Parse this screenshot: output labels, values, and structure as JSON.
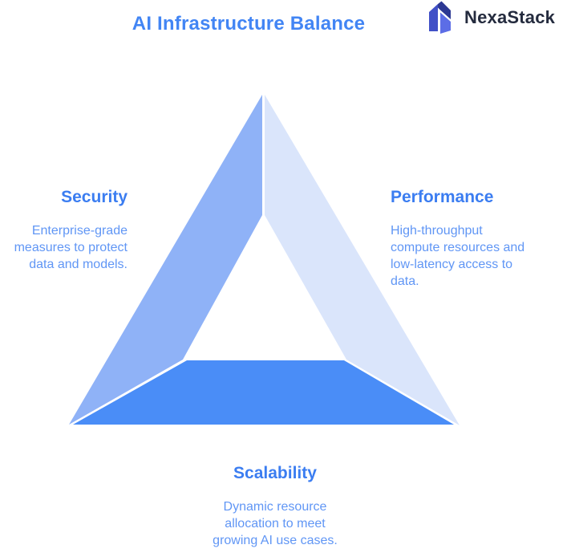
{
  "header": {
    "title": "AI Infrastructure Balance",
    "title_color": "#4285F4"
  },
  "brand": {
    "name": "NexaStack",
    "text_color": "#242B3E",
    "logo_icon": "nexastack-mountain-n-mark",
    "logo_colors": {
      "left_bar": "#4150C7",
      "peak_upper": "#2C3893",
      "lower_right": "#5C6DE6"
    }
  },
  "triangle": {
    "description": "balance-triangle-with-three-segments",
    "segments": [
      {
        "id": "left",
        "label": "Security",
        "color": "#8FB2F7"
      },
      {
        "id": "right",
        "label": "Performance",
        "color": "#DAE5FB"
      },
      {
        "id": "bottom",
        "label": "Scalability",
        "color": "#4A8DF7"
      }
    ]
  },
  "labels": {
    "heading_color": "#3B7DF1",
    "body_color": "#6096F5",
    "security": {
      "title": "Security",
      "description": "Enterprise-grade\nmeasures to protect\ndata and models."
    },
    "performance": {
      "title": "Performance",
      "description": "High-throughput\ncompute resources and\nlow-latency access to\ndata."
    },
    "scalability": {
      "title": "Scalability",
      "description": "Dynamic resource\nallocation to meet\ngrowing AI use cases."
    }
  }
}
